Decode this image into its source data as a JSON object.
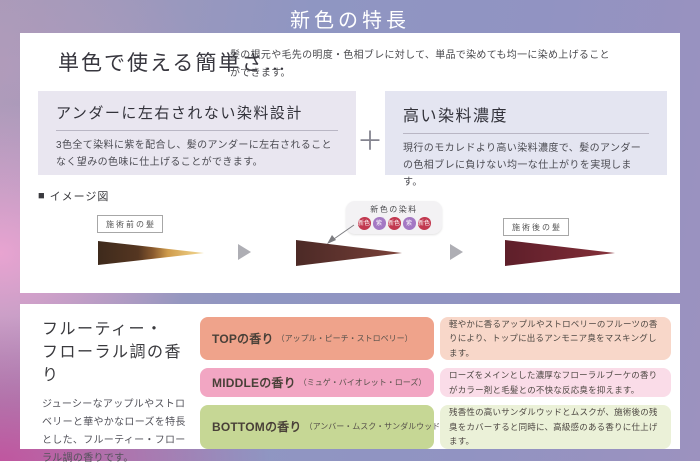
{
  "page": {
    "title": "新色の特長"
  },
  "lead": {
    "heading": "単色で使える簡単さ…",
    "description": "髪の根元や毛先の明度・色相ブレに対して、単品で染めても均一に染め上げることができます。"
  },
  "features": {
    "plus": "＋",
    "left": {
      "title": "アンダーに左右されない染料設計",
      "body": "3色全て染料に紫を配合し、髪のアンダーに左右されることなく望みの色味に仕上げることができます。"
    },
    "right": {
      "title": "高い染料濃度",
      "body": "現行のモカレドより高い染料濃度で、髪のアンダーの色相ブレに負けない均一な仕上がりを実現します。"
    }
  },
  "diagram": {
    "bullet": "■",
    "section_label": "イメージ図",
    "before_label": "施術前の髪",
    "after_label": "施術後の髪",
    "dye_box_label": "新色の染料",
    "dye_dots": [
      {
        "label": "新色",
        "color": "#c23950"
      },
      {
        "label": "紫",
        "color": "#a478c4"
      },
      {
        "label": "新色",
        "color": "#c23950"
      },
      {
        "label": "紫",
        "color": "#a478c4"
      },
      {
        "label": "新色",
        "color": "#c23950"
      }
    ]
  },
  "scent": {
    "heading_line1": "フルーティー・",
    "heading_line2": "フローラル調の香り",
    "body": "ジューシーなアップルやストロベリーと華やかなローズを特長とした、フルーティー・フローラル調の香りです。",
    "rows": [
      {
        "name": "TOPの香り",
        "notes": "（アップル・ピーチ・ストロベリー）",
        "desc": "軽やかに香るアップルやストロベリーのフルーツの香りにより、トップに出るアンモニア臭をマスキングします。",
        "label_bg": "#efa38b",
        "desc_bg": "#f8d7c9"
      },
      {
        "name": "MIDDLEの香り",
        "notes": "（ミュゲ・バイオレット・ローズ）",
        "desc": "ローズをメインとした濃厚なフローラルブーケの香りがカラー剤と毛髪との不快な反応臭を抑えます。",
        "label_bg": "#f2a6c3",
        "desc_bg": "#fadce8"
      },
      {
        "name": "BOTTOMの香り",
        "notes": "（アンバー・ムスク・サンダルウッド）",
        "desc": "残香性の高いサンダルウッドとムスクが、施術後の残臭をカバーすると同時に、高級感のある香りに仕上げます。",
        "label_bg": "#c6d795",
        "desc_bg": "#ebf1d8"
      }
    ]
  }
}
